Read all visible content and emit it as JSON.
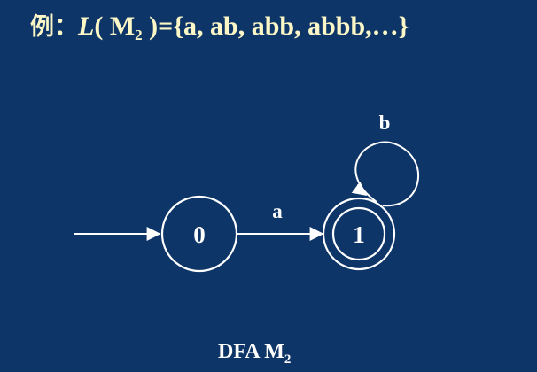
{
  "heading": {
    "prefix": "例：",
    "lang_symbol": "L",
    "open": "( M",
    "machine_sub": "2",
    "set_text": " )={a, ab, abb, abbb,…}"
  },
  "diagram": {
    "states": [
      {
        "id": "0",
        "label": "0",
        "accepting": false,
        "initial": true
      },
      {
        "id": "1",
        "label": "1",
        "accepting": true,
        "initial": false
      }
    ],
    "transitions": [
      {
        "from": "0",
        "to": "1",
        "label": "a"
      },
      {
        "from": "1",
        "to": "1",
        "label": "b"
      }
    ]
  },
  "caption": {
    "text": "DFA  M",
    "sub": "2"
  },
  "colors": {
    "background": "#0d3568",
    "heading": "#fbf7c6",
    "strokes": "#ffffff"
  }
}
